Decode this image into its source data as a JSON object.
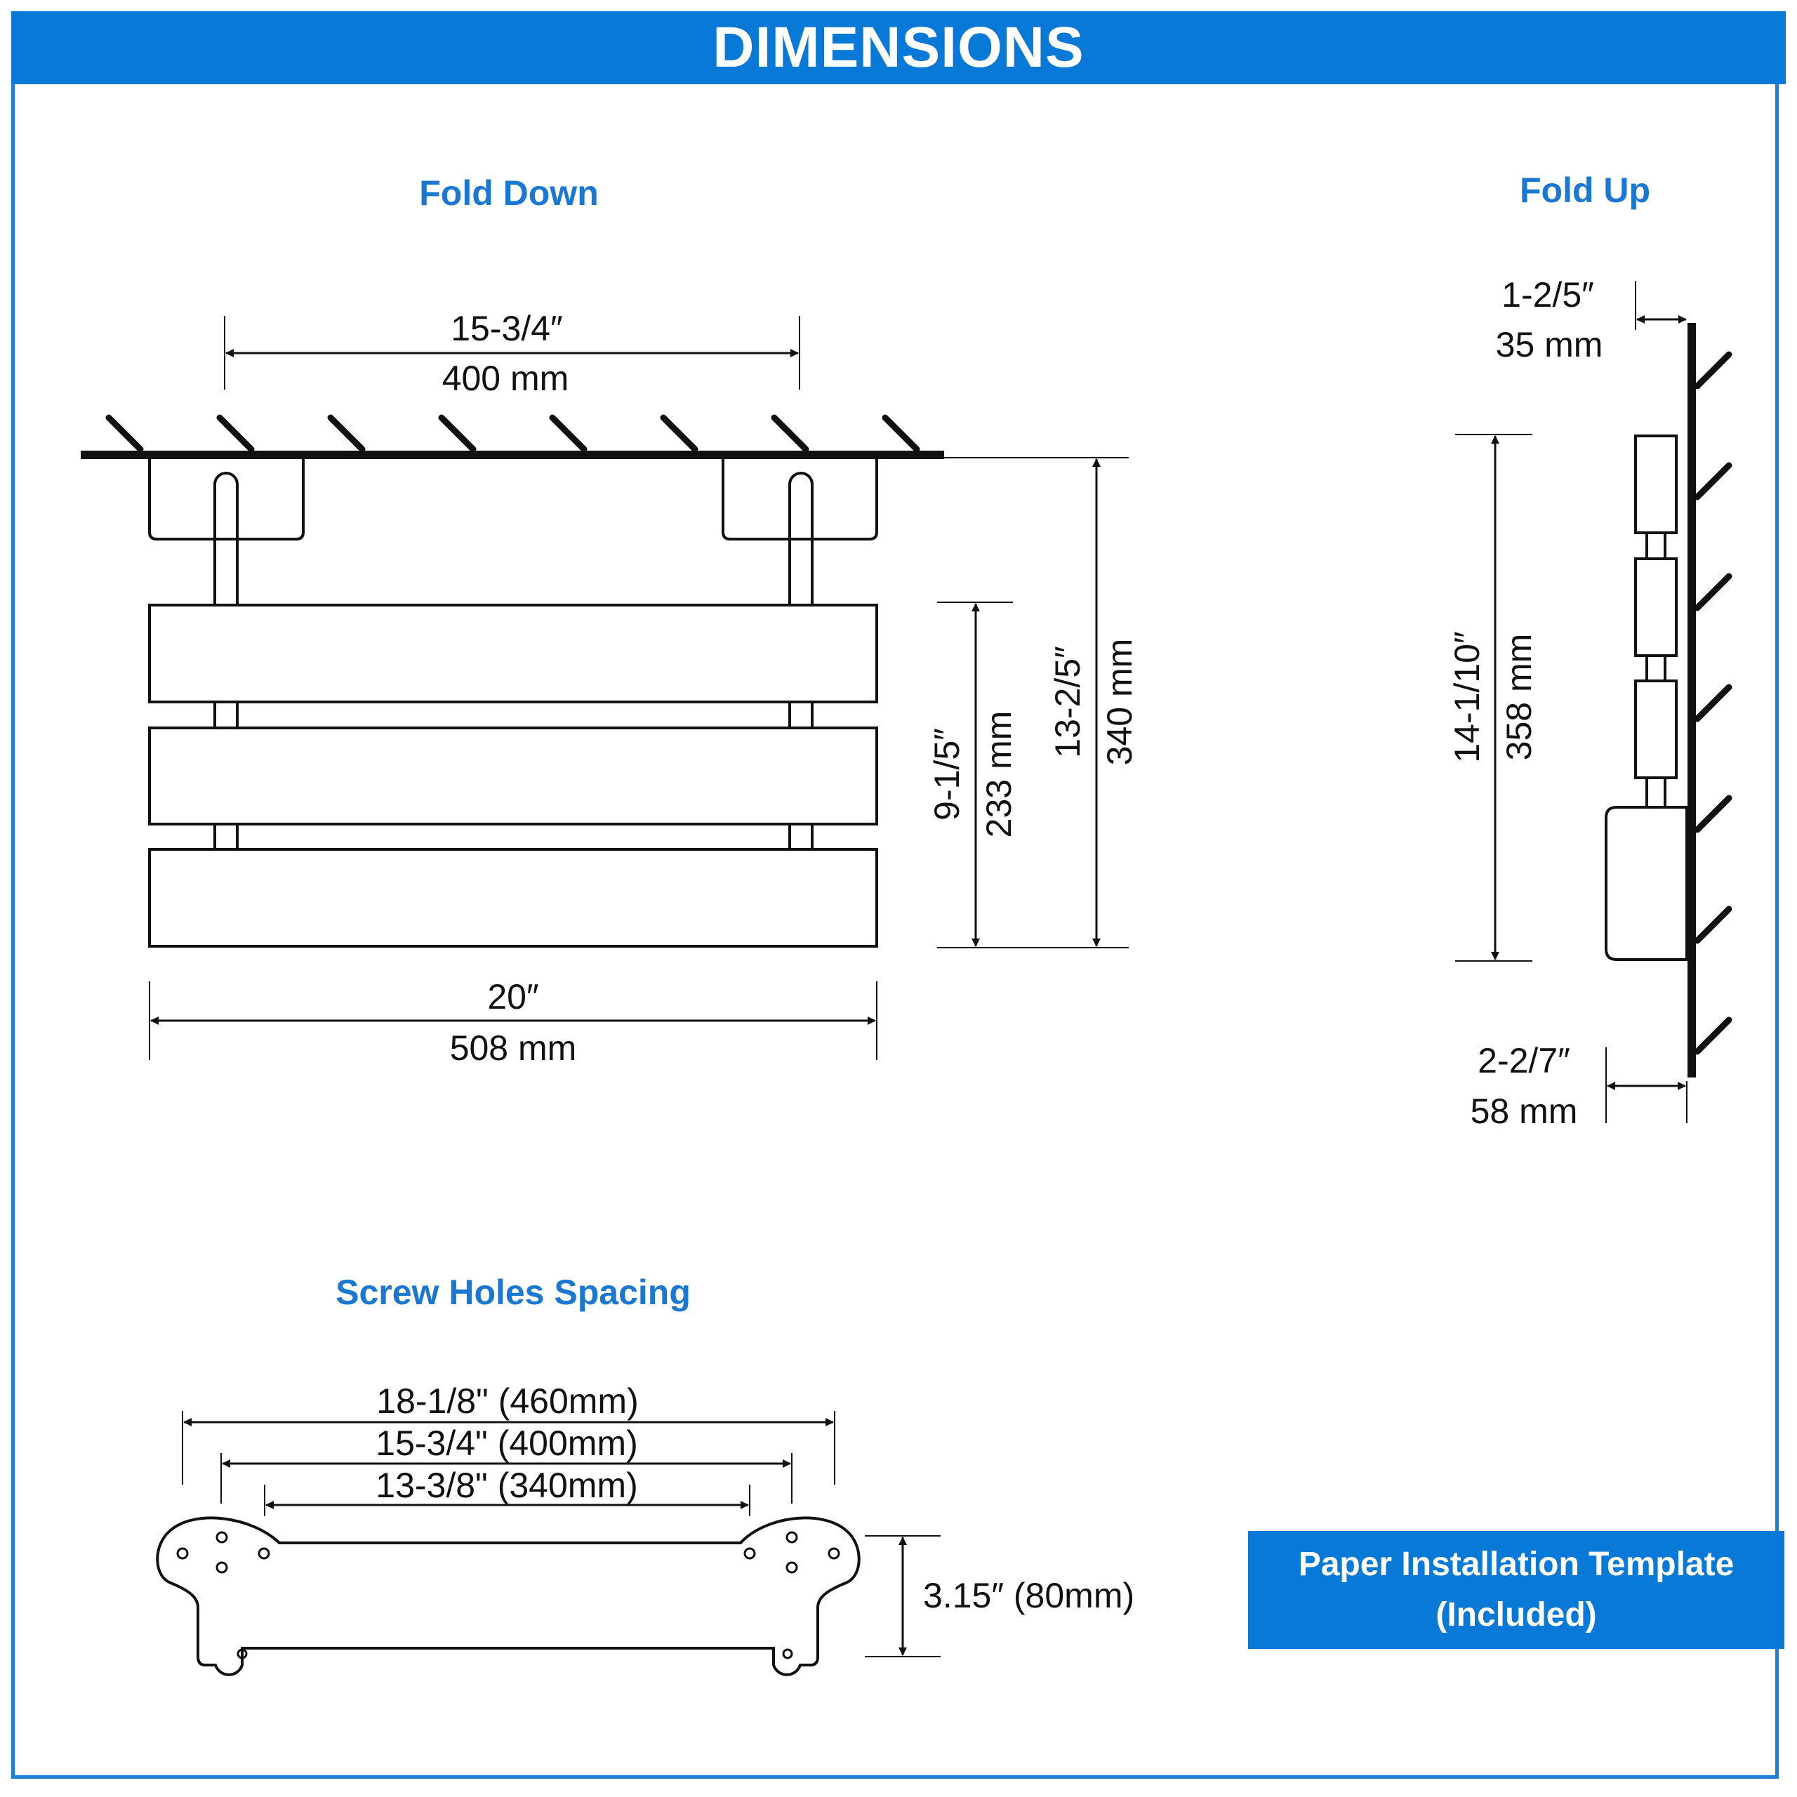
{
  "header": {
    "title": "DIMENSIONS"
  },
  "sections": {
    "fold_down": "Fold Down",
    "fold_up": "Fold Up",
    "screw_holes": "Screw Holes Spacing"
  },
  "fold_down": {
    "top_span_in": "15-3/4″",
    "top_span_mm": "400 mm",
    "inner_height_in": "9-1/5″",
    "inner_height_mm": "233 mm",
    "total_height_in": "13-2/5″",
    "total_height_mm": "340 mm",
    "width_in": "20″",
    "width_mm": "508 mm"
  },
  "fold_up": {
    "slat_depth_in": "1-2/5″",
    "slat_depth_mm": "35 mm",
    "height_in": "14-1/10″",
    "height_mm": "358 mm",
    "depth_in": "2-2/7″",
    "depth_mm": "58 mm"
  },
  "screw_holes": {
    "outer": "18-1/8\" (460mm)",
    "middle": "15-3/4\" (400mm)",
    "inner": "13-3/8\" (340mm)",
    "height": "3.15″ (80mm)"
  },
  "note": {
    "line1": "Paper Installation Template",
    "line2": "(Included)"
  }
}
